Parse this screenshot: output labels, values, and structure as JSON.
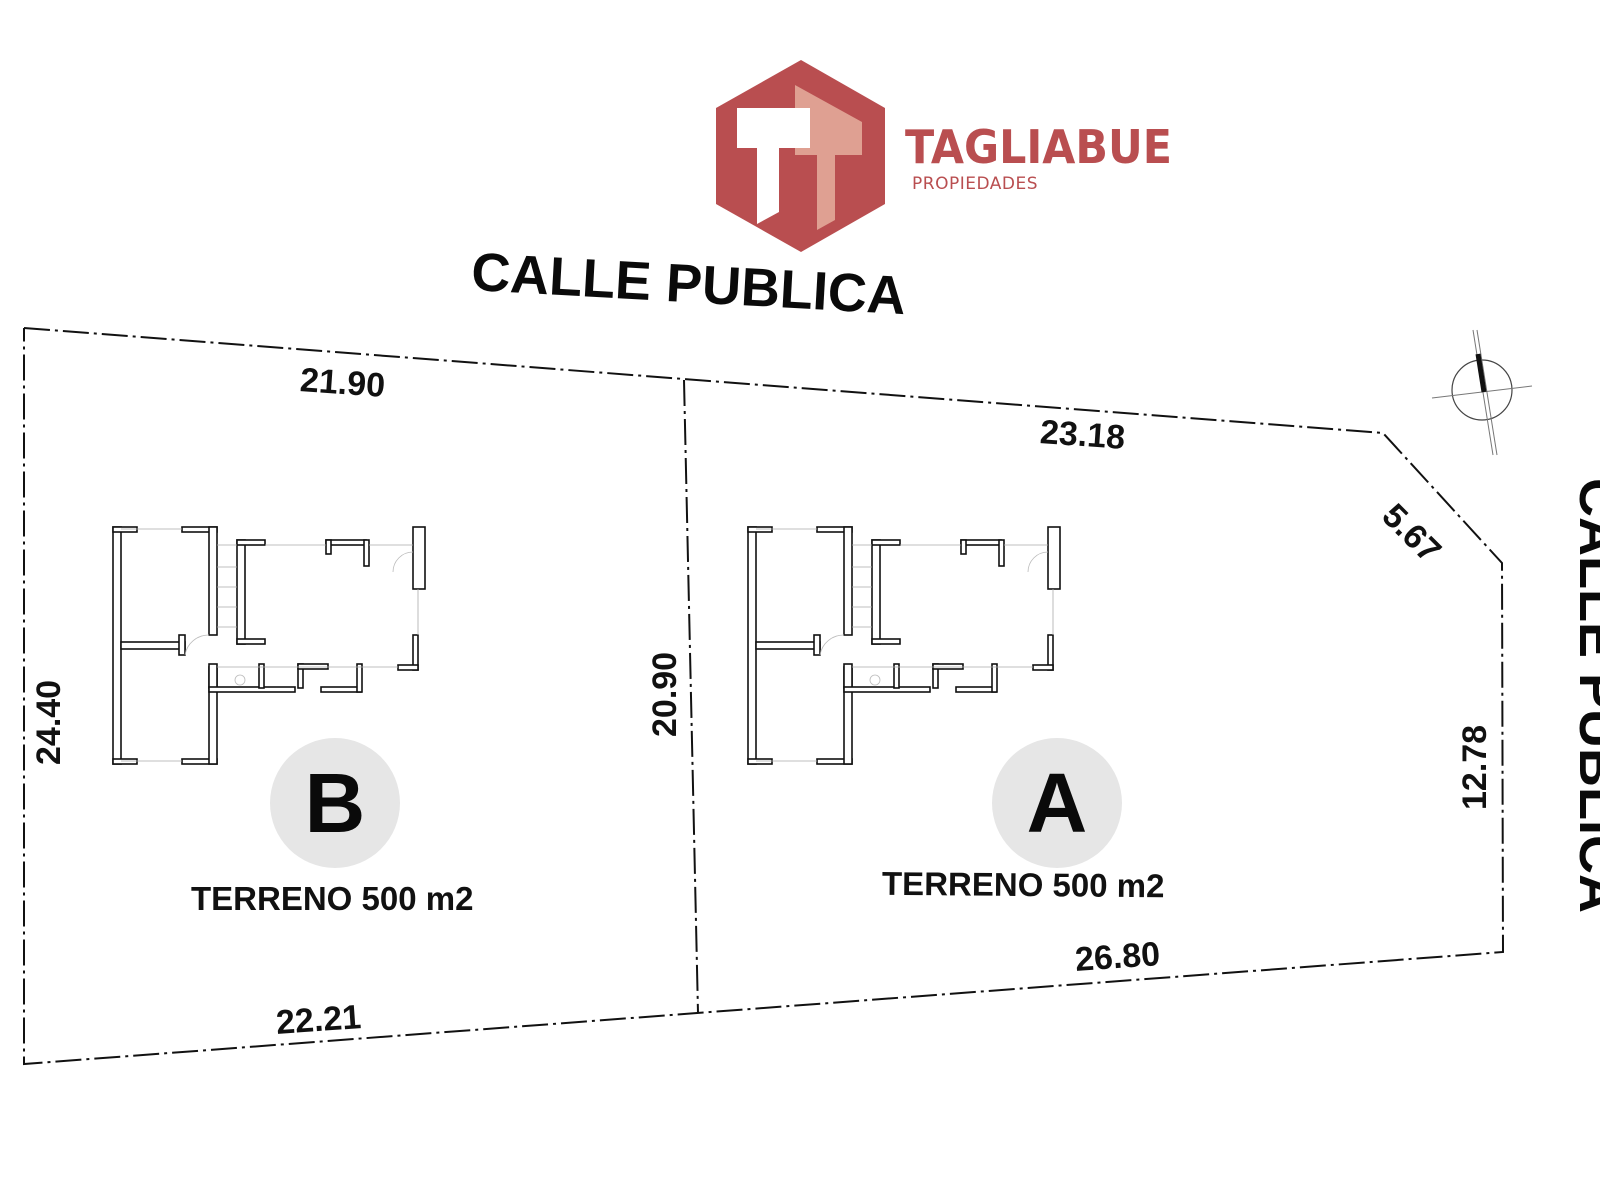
{
  "logo": {
    "name": "TAGLIABUE",
    "subtitle": "PROPIEDADES",
    "brand_color": "#b94e50",
    "light_color": "#dfa092"
  },
  "streets": {
    "top": "CALLE PUBLICA",
    "right": "CALLE PUBLICA"
  },
  "dimensions": {
    "lot_b_front": "21.90",
    "lot_b_left": "24.40",
    "lot_b_back": "22.21",
    "shared_side": "20.90",
    "lot_a_front": "23.18",
    "corner_chamfer": "5.67",
    "lot_a_right": "12.78",
    "lot_a_back": "26.80"
  },
  "lots": {
    "b": {
      "letter": "B",
      "label": "TERRENO 500 m2"
    },
    "a": {
      "letter": "A",
      "label": "TERRENO 500 m2"
    }
  },
  "colors": {
    "line": "#111111",
    "circle": "#e6e6e6"
  },
  "icons": {
    "north": "north-arrow-icon"
  }
}
